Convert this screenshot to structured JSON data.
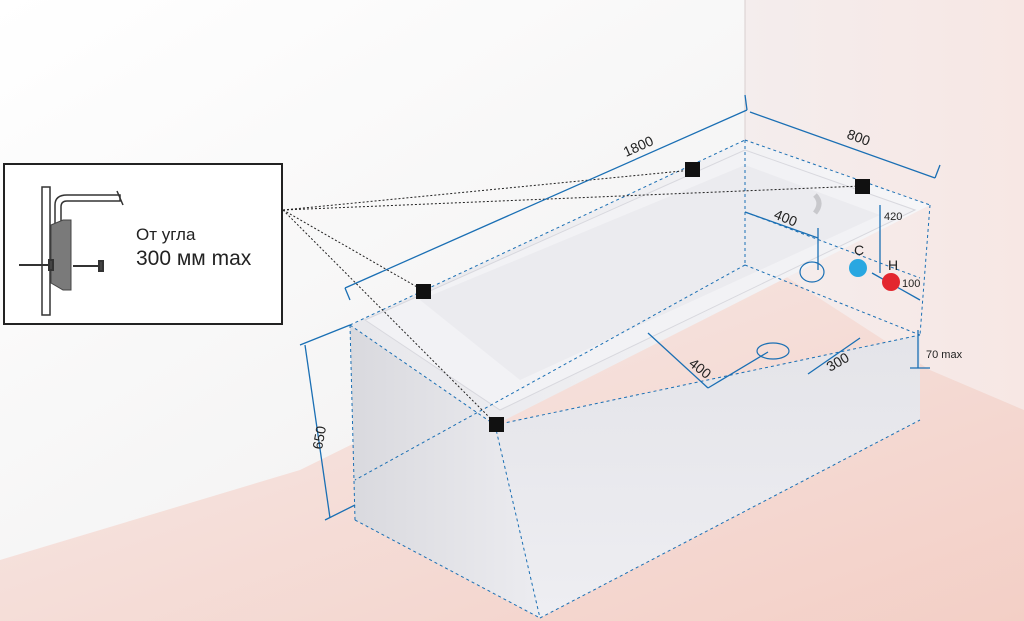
{
  "dimensions": {
    "length": "1800",
    "width": "800",
    "height": "650",
    "drain_from_end": "400",
    "drain_from_wall": "300",
    "overflow_from_side": "400",
    "pipe_height": "420",
    "pipe_spacing": "100",
    "floor_gap": "70 max"
  },
  "pipes": {
    "cold_label": "C",
    "hot_label": "H",
    "cold_color": "#29a7e1",
    "hot_color": "#e3262e"
  },
  "inset": {
    "line1": "От угла",
    "line2": "300 мм max"
  },
  "colors": {
    "dimension_line": "#1a6fb4",
    "mount_marker": "#111111"
  }
}
